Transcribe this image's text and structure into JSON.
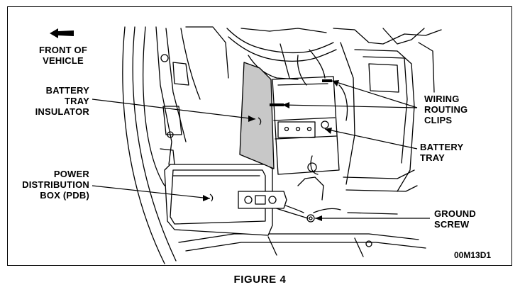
{
  "figure": {
    "caption": "FIGURE 4",
    "code": "00M13D1"
  },
  "labels": {
    "front_of_vehicle": "FRONT OF\nVEHICLE",
    "battery_tray_insulator": "BATTERY\nTRAY\nINSULATOR",
    "power_distribution_box": "POWER\nDISTRIBUTION\nBOX (PDB)",
    "wiring_routing_clips": "WIRING\nROUTING\nCLIPS",
    "battery_tray": "BATTERY\nTRAY",
    "ground_screw": "GROUND\nSCREW"
  },
  "icons": {
    "front_arrow": "left-arrow-icon"
  },
  "colors": {
    "ink": "#000000",
    "insulator_fill": "#c8c8c8",
    "background": "#ffffff"
  }
}
